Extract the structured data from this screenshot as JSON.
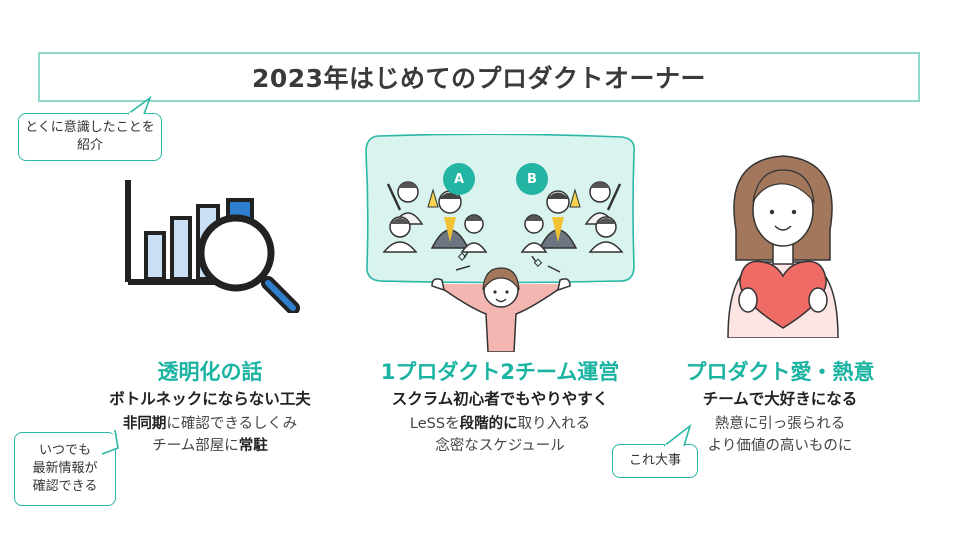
{
  "title": "2023年はじめてのプロダクトオーナー",
  "callouts": {
    "intro": [
      "とくに意識したことを",
      "紹介"
    ],
    "always_check": [
      "いつでも",
      "最新情報が",
      "確認できる"
    ],
    "important": "これ大事"
  },
  "columns": [
    {
      "heading": "透明化の話",
      "subheading": "ボトルネックにならない工夫",
      "line1_bold": "非同期",
      "line1_rest": "に確認できるしくみ",
      "line2_pre": "チーム部屋に",
      "line2_bold": "常駐"
    },
    {
      "heading": "1プロダクト2チーム運営",
      "subheading": "スクラム初心者でもやりやすく",
      "line1_pre": "LeSSを",
      "line1_bold": "段階的に",
      "line1_rest": "取り入れる",
      "line2": "念密なスケジュール",
      "team_a": "A",
      "team_b": "B"
    },
    {
      "heading": "プロダクト愛・熱意",
      "subheading": "チームで大好きになる",
      "line1": "熱意に引っ張られる",
      "line2": "より価値の高いものに"
    }
  ],
  "colors": {
    "accent": "#1bb3a1",
    "border": "#8ed8cb",
    "panel": "#d9f3ee",
    "heart": "#ef6b66"
  }
}
